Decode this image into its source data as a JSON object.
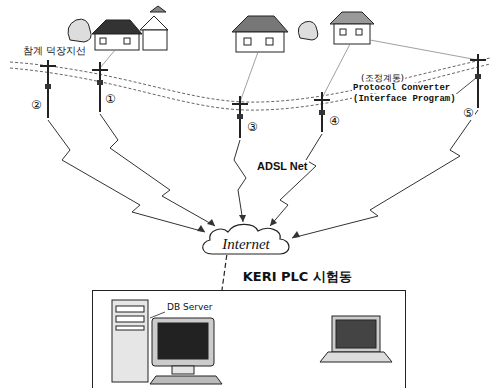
{
  "diagram": {
    "nodes": [
      {
        "text": [
          "Internet"
        ]
      },
      {
        "text": [
          "KERI PLC 시험동"
        ]
      }
    ],
    "edges": [
      {
        "from": 0,
        "to": 1,
        "arrow": "none"
      }
    ],
    "labels": [
      "참계 덕장지선",
      "(조정계통)",
      "Protocol Converter",
      "(Interface Program)",
      "ADSL Net",
      "DB Server",
      "②",
      "①",
      "③",
      "④",
      "⑤"
    ]
  }
}
